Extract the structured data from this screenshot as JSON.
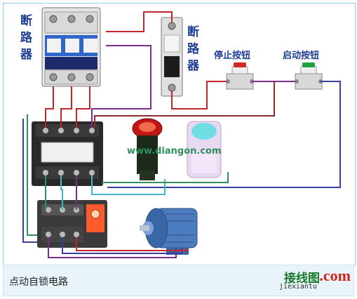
{
  "labels": {
    "breaker_main": "断\n路\n器",
    "breaker_small": "断\n路\n器",
    "stop_button": "停止按钮",
    "start_button": "启动按钮",
    "website": "www.diangon.com"
  },
  "caption": "点动自锁电路",
  "watermark": {
    "cn": "接线图",
    "com": ".com",
    "sub": "jiexiantu"
  },
  "colors": {
    "wire_red": "#c0262b",
    "wire_blue": "#3b3f9e",
    "wire_purple": "#7a2d8a",
    "wire_green": "#2f8f5e",
    "wire_cyan": "#48b7c9",
    "wire_brown": "#8a2a2a",
    "label_blue": "#1f3e93"
  }
}
